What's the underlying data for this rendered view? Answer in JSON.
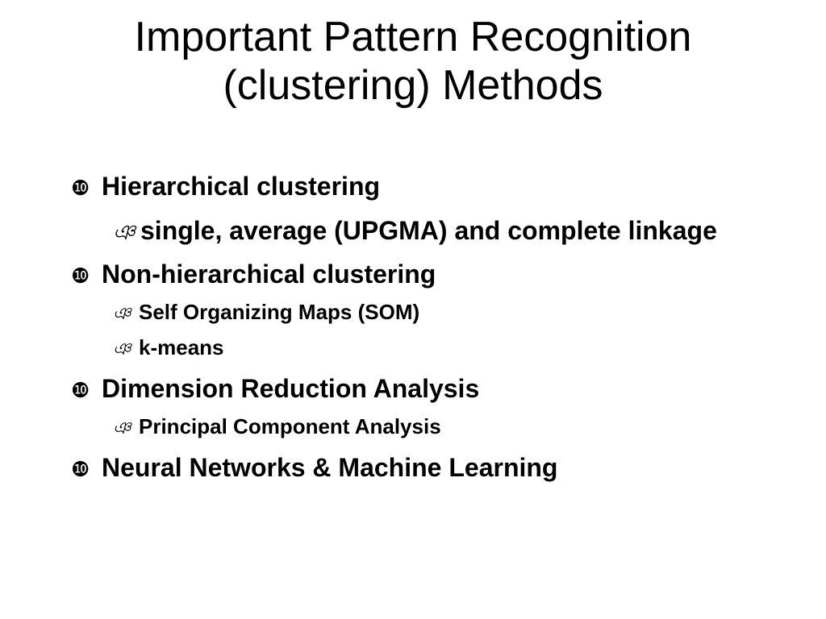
{
  "slide": {
    "title_line1": "Important Pattern Recognition",
    "title_line2": "(clustering) Methods",
    "bullet_glyph": "❿",
    "sub_bullet_glyph": "ঞ",
    "items": [
      {
        "text": "Hierarchical clustering",
        "subitems": [
          {
            "text": "single, average (UPGMA) and complete linkage"
          }
        ]
      },
      {
        "text": "Non-hierarchical clustering",
        "subitems": [
          {
            "text": "Self Organizing Maps (SOM)"
          },
          {
            "text": "k-means"
          }
        ]
      },
      {
        "text": "Dimension Reduction Analysis",
        "subitems": [
          {
            "text": "Principal Component Analysis"
          }
        ]
      },
      {
        "text": "Neural Networks & Machine Learning",
        "subitems": []
      }
    ]
  }
}
